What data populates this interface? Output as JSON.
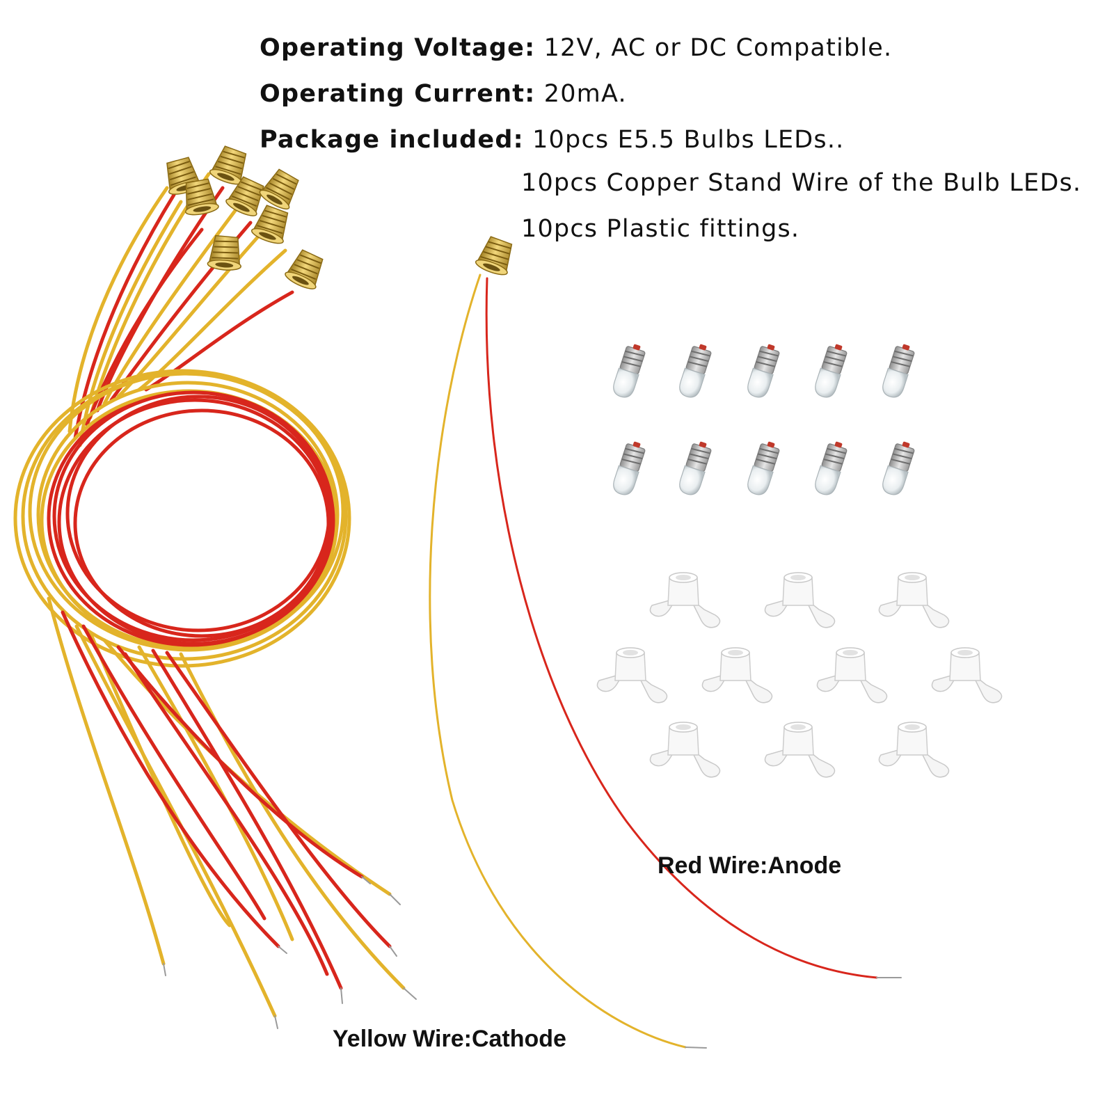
{
  "specs": {
    "voltage_label": "Operating Voltage:",
    "voltage_value": "12V, AC or DC Compatible.",
    "current_label": "Operating Current:",
    "current_value": "20mA.",
    "package_label": "Package included:",
    "package_items": [
      "10pcs E5.5 Bulbs LEDs..",
      "10pcs Copper Stand Wire of the Bulb LEDs.",
      "10pcs Plastic fittings."
    ]
  },
  "callouts": {
    "red": "Red Wire:Anode",
    "yellow": "Yellow Wire:Cathode"
  },
  "colors": {
    "red_wire": "#d8261c",
    "yellow_wire": "#e3b32b",
    "brass": "#d7b347",
    "background": "#ffffff"
  }
}
